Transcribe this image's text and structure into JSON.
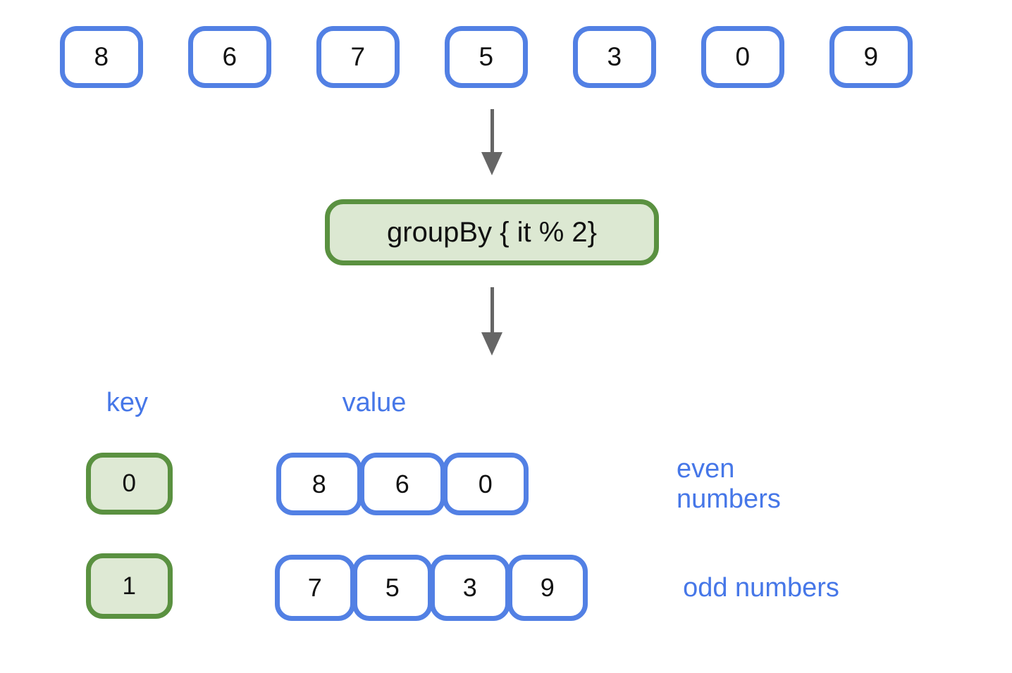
{
  "diagram": {
    "input_list": [
      "8",
      "6",
      "7",
      "5",
      "3",
      "0",
      "9"
    ],
    "operation_label": "groupBy { it % 2}",
    "key_header": "key",
    "value_header": "value",
    "groups": [
      {
        "key": "0",
        "values": [
          "8",
          "6",
          "0"
        ],
        "annotation": "even numbers"
      },
      {
        "key": "1",
        "values": [
          "7",
          "5",
          "3",
          "9"
        ],
        "annotation": "odd numbers"
      }
    ]
  },
  "icons": {
    "down_arrow": "down-arrow-icon"
  },
  "colors": {
    "blue_border": "#5280E4",
    "blue_text": "#4677E8",
    "green_border": "#5A9140",
    "green_fill": "#DEE9D4",
    "arrow_gray": "#666666",
    "number_text": "#111111",
    "background": "#FFFFFF"
  }
}
